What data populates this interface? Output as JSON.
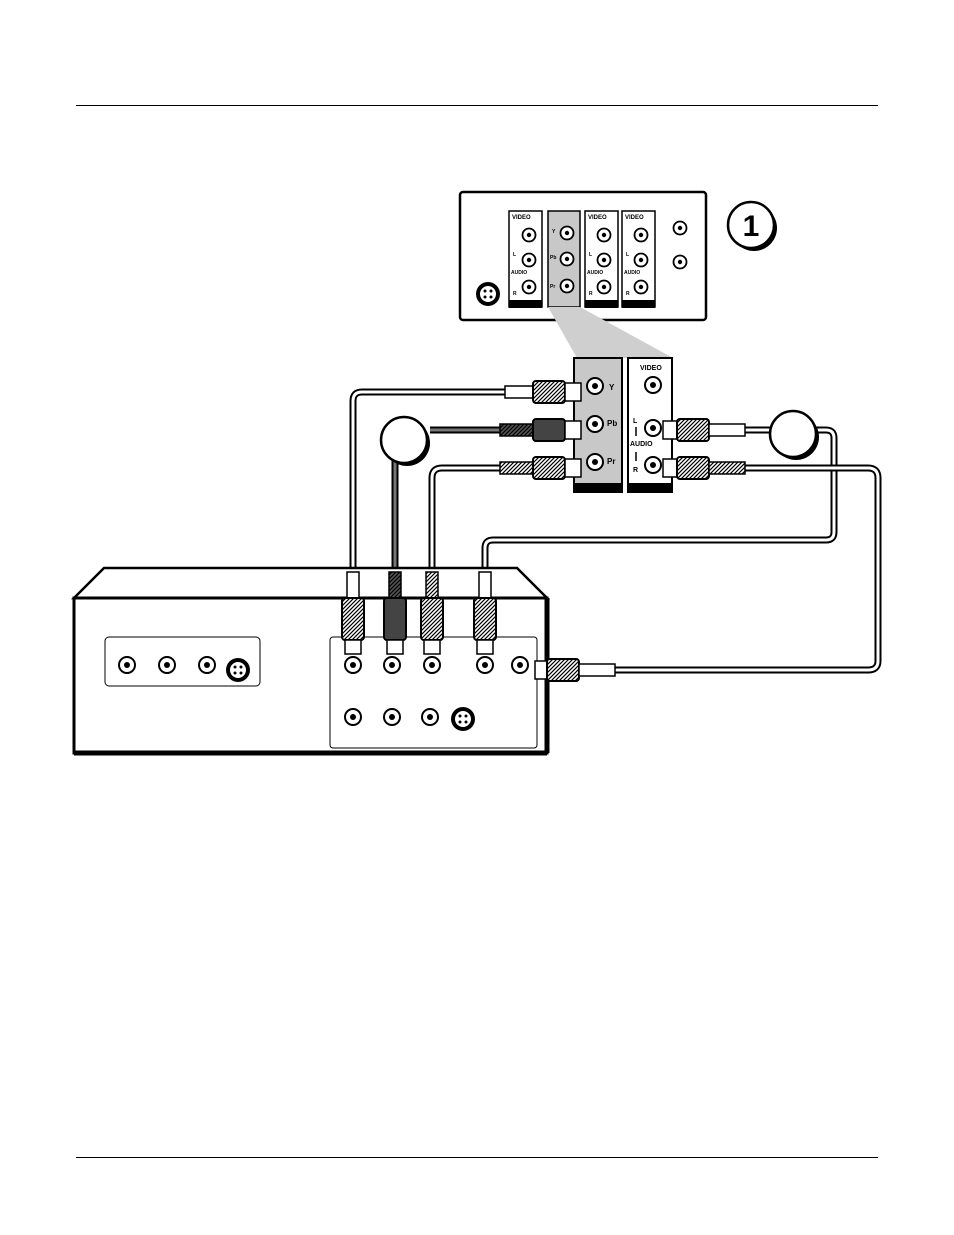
{
  "diagram": {
    "step_number": "1",
    "tv_panel": {
      "group1": {
        "video": "VIDEO",
        "left": "L",
        "audio": "AUDIO",
        "right": "R"
      },
      "component": {
        "y": "Y",
        "pb": "Pb",
        "pr": "Pr"
      },
      "group3": {
        "video": "VIDEO",
        "left": "L",
        "audio": "AUDIO",
        "right": "R"
      },
      "group4": {
        "video": "VIDEO",
        "left": "L",
        "audio": "AUDIO",
        "right": "R"
      }
    },
    "detail": {
      "component": {
        "y": "Y",
        "pb": "Pb",
        "pr": "Pr"
      },
      "av": {
        "video": "VIDEO",
        "left": "L",
        "audio": "AUDIO",
        "right": "R"
      }
    },
    "callouts": {
      "left": "",
      "right": ""
    }
  }
}
